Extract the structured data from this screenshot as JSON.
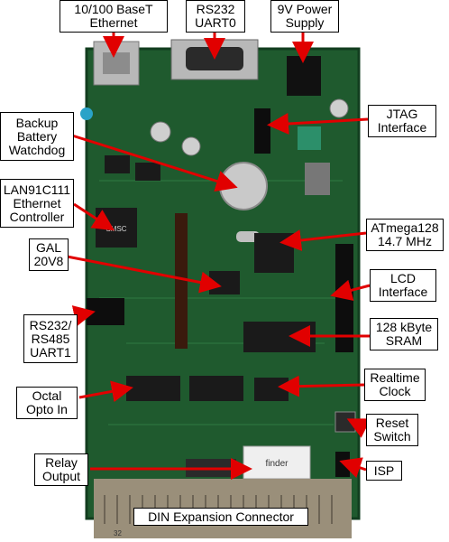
{
  "colors": {
    "pcb": "#1f5a2e",
    "pcb_dark": "#123d1f",
    "arrow": "#e10000",
    "chip": "#1a1a1a",
    "header": "#0d0d0d",
    "metal": "#b8b8b8",
    "connector": "#9a8f7a"
  },
  "labels": {
    "ethernet": {
      "line1": "10/100 BaseT",
      "line2": "Ethernet"
    },
    "uart0": {
      "line1": "RS232",
      "line2": "UART0"
    },
    "power": {
      "line1": "9V Power",
      "line2": "Supply"
    },
    "backup": {
      "line1": "Backup",
      "line2": "Battery",
      "line3": "Watchdog"
    },
    "jtag": {
      "line1": "JTAG",
      "line2": "Interface"
    },
    "lan": {
      "line1": "LAN91C111",
      "line2": "Ethernet",
      "line3": "Controller"
    },
    "atmega": {
      "line1": "ATmega128",
      "line2": "14.7 MHz"
    },
    "gal": {
      "line1": "GAL",
      "line2": "20V8"
    },
    "lcd": {
      "line1": "LCD",
      "line2": "Interface"
    },
    "uart1": {
      "line1": "RS232/",
      "line2": "RS485",
      "line3": "UART1"
    },
    "sram": {
      "line1": "128 kByte",
      "line2": "SRAM"
    },
    "rtc": {
      "line1": "Realtime",
      "line2": "Clock"
    },
    "opto": {
      "line1": "Octal",
      "line2": "Opto In"
    },
    "reset": {
      "line1": "Reset",
      "line2": "Switch"
    },
    "relay": {
      "line1": "Relay",
      "line2": "Output"
    },
    "isp": {
      "line1": "ISP"
    },
    "din": {
      "line1": "DIN Expansion Connector"
    }
  },
  "board_text": {
    "lan_chip": "SMSC",
    "relay_brand": "finder",
    "din_numbers": "32"
  }
}
